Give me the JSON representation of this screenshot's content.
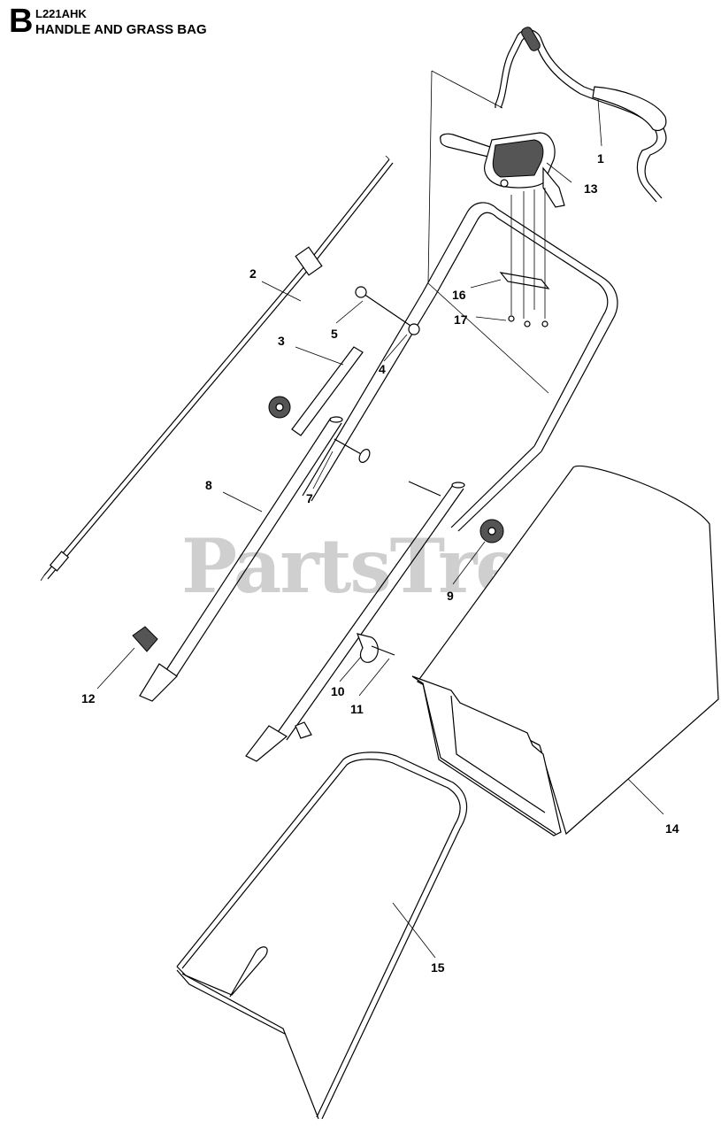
{
  "header": {
    "section_letter": "B",
    "model": "L221AHK",
    "title": "HANDLE AND GRASS BAG"
  },
  "watermark": {
    "text": "PartsTree",
    "tm": "™"
  },
  "callouts": [
    "1",
    "2",
    "3",
    "4",
    "5",
    "7",
    "8",
    "9",
    "10",
    "11",
    "12",
    "13",
    "14",
    "15",
    "16",
    "17"
  ]
}
